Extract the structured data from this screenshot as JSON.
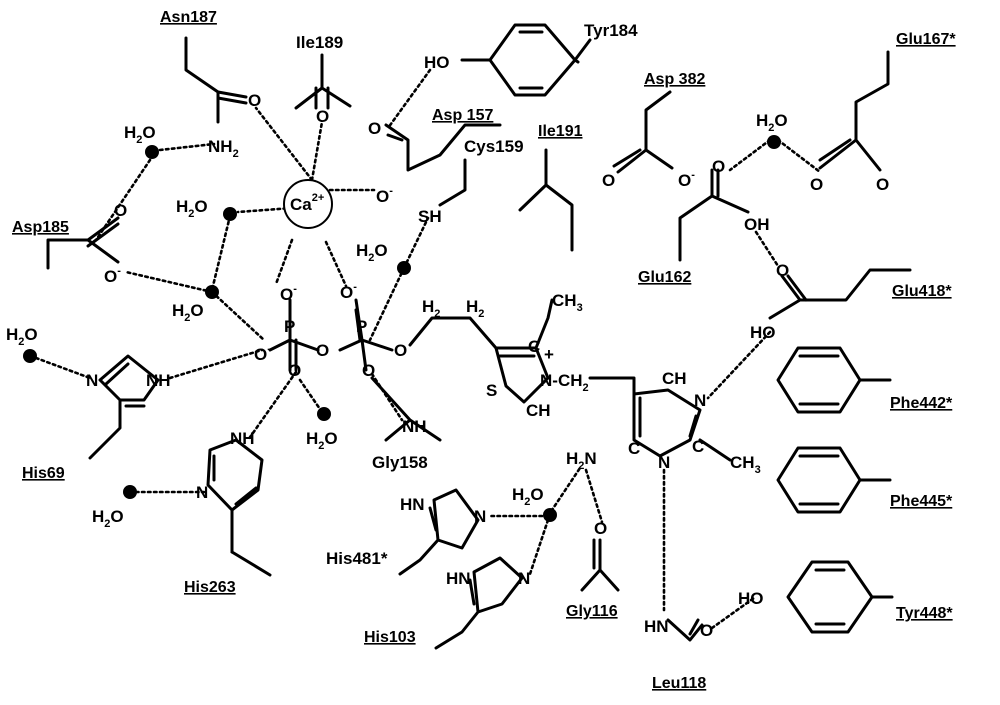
{
  "residues": {
    "asn187": "Asn187",
    "ile189": "Ile189",
    "tyr184": "Tyr184",
    "asp157": "Asp 157",
    "cys159": "Cys159",
    "ile191": "Ile191",
    "asp382": "Asp 382",
    "glu167": "Glu167*",
    "asp185": "Asp185",
    "glu162": "Glu162",
    "glu418": "Glu418*",
    "phe442": "Phe442*",
    "phe445": "Phe445*",
    "tyr448": "Tyr448*",
    "his69": "His69",
    "his263": "His263",
    "gly158": "Gly158",
    "his481": "His481*",
    "his103": "His103",
    "gly116": "Gly116",
    "leu118": "Leu118"
  },
  "ion": {
    "symbol": "Ca",
    "charge": "2+"
  },
  "water": {
    "h": "H",
    "sub": "2",
    "o": "O"
  },
  "atoms": {
    "O": "O",
    "N": "N",
    "S": "S",
    "P": "P",
    "H": "H",
    "C": "C",
    "minus": "-",
    "plus": "+",
    "HO": "HO",
    "OH": "OH",
    "HN": "HN",
    "NH": "NH",
    "NH2": "NH",
    "H2N": "H",
    "N2": "N",
    "SH": "S",
    "CH": "CH",
    "CH2": "CH",
    "CH3": "CH",
    "sub2": "2",
    "sub3": "3"
  }
}
